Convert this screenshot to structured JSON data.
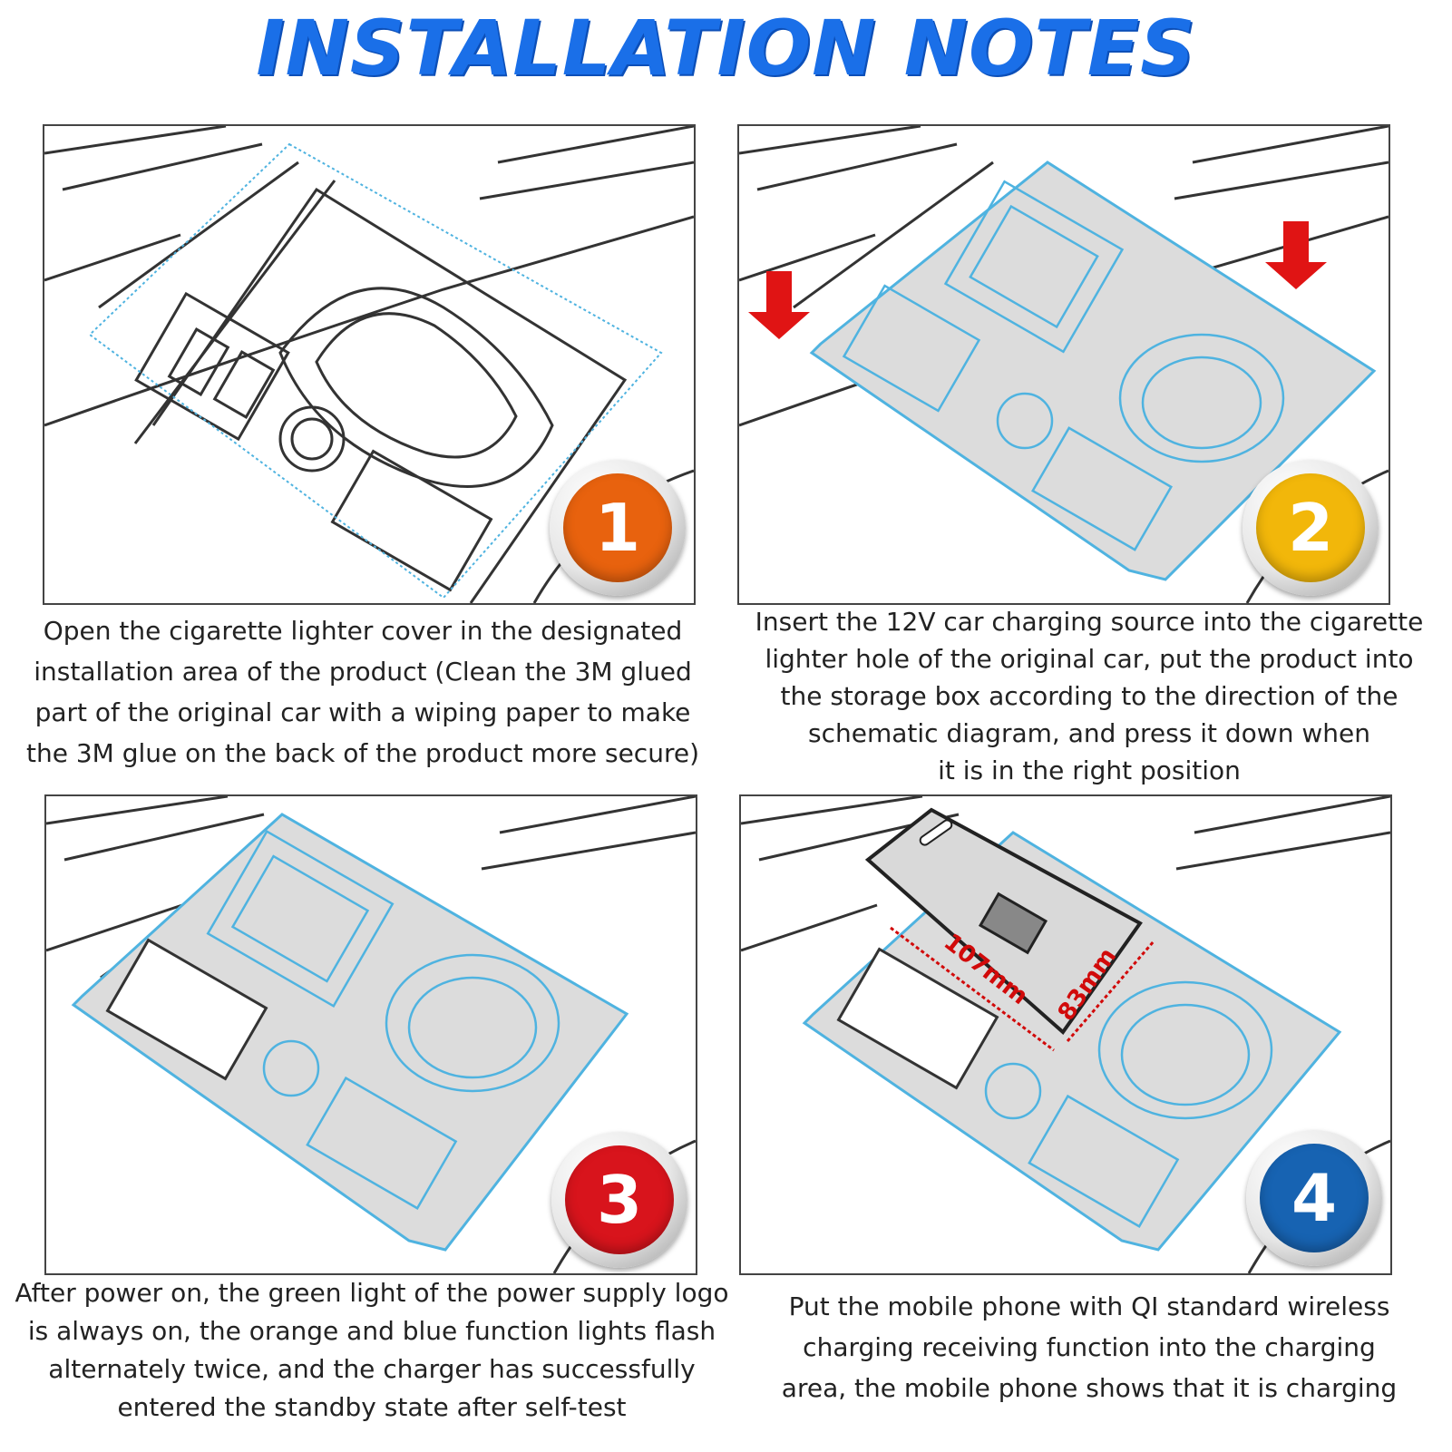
{
  "title": "INSTALLATION NOTES",
  "steps": [
    {
      "number": "1",
      "color": "#e8620e",
      "caption": "Open the cigarette lighter cover in the designated\ninstallation area of the product (Clean the 3M glued\npart of the original car with a wiping paper to make\nthe 3M glue on the back of the product more secure)"
    },
    {
      "number": "2",
      "color": "#f2b70a",
      "caption": "Insert the 12V car charging source into the cigarette\nlighter hole of the original car, put the product into\nthe storage box according to the direction of the\nschematic diagram, and press it down when\nit is in the right position"
    },
    {
      "number": "3",
      "color": "#d8141c",
      "caption": "After power on, the green light of the power supply logo\nis always on, the orange and blue function lights flash\nalternately twice, and the charger has successfully\nentered the standby state after self-test"
    },
    {
      "number": "4",
      "color": "#1763b2",
      "caption": "Put the mobile phone with QI standard wireless\ncharging receiving function into the charging\narea, the mobile phone shows that it is charging"
    }
  ],
  "dimensions": {
    "length": "107mm",
    "width": "83mm"
  },
  "colors": {
    "title": "#1a6fe8",
    "product_outline": "#4fb3e0",
    "arrow": "#e01414"
  }
}
